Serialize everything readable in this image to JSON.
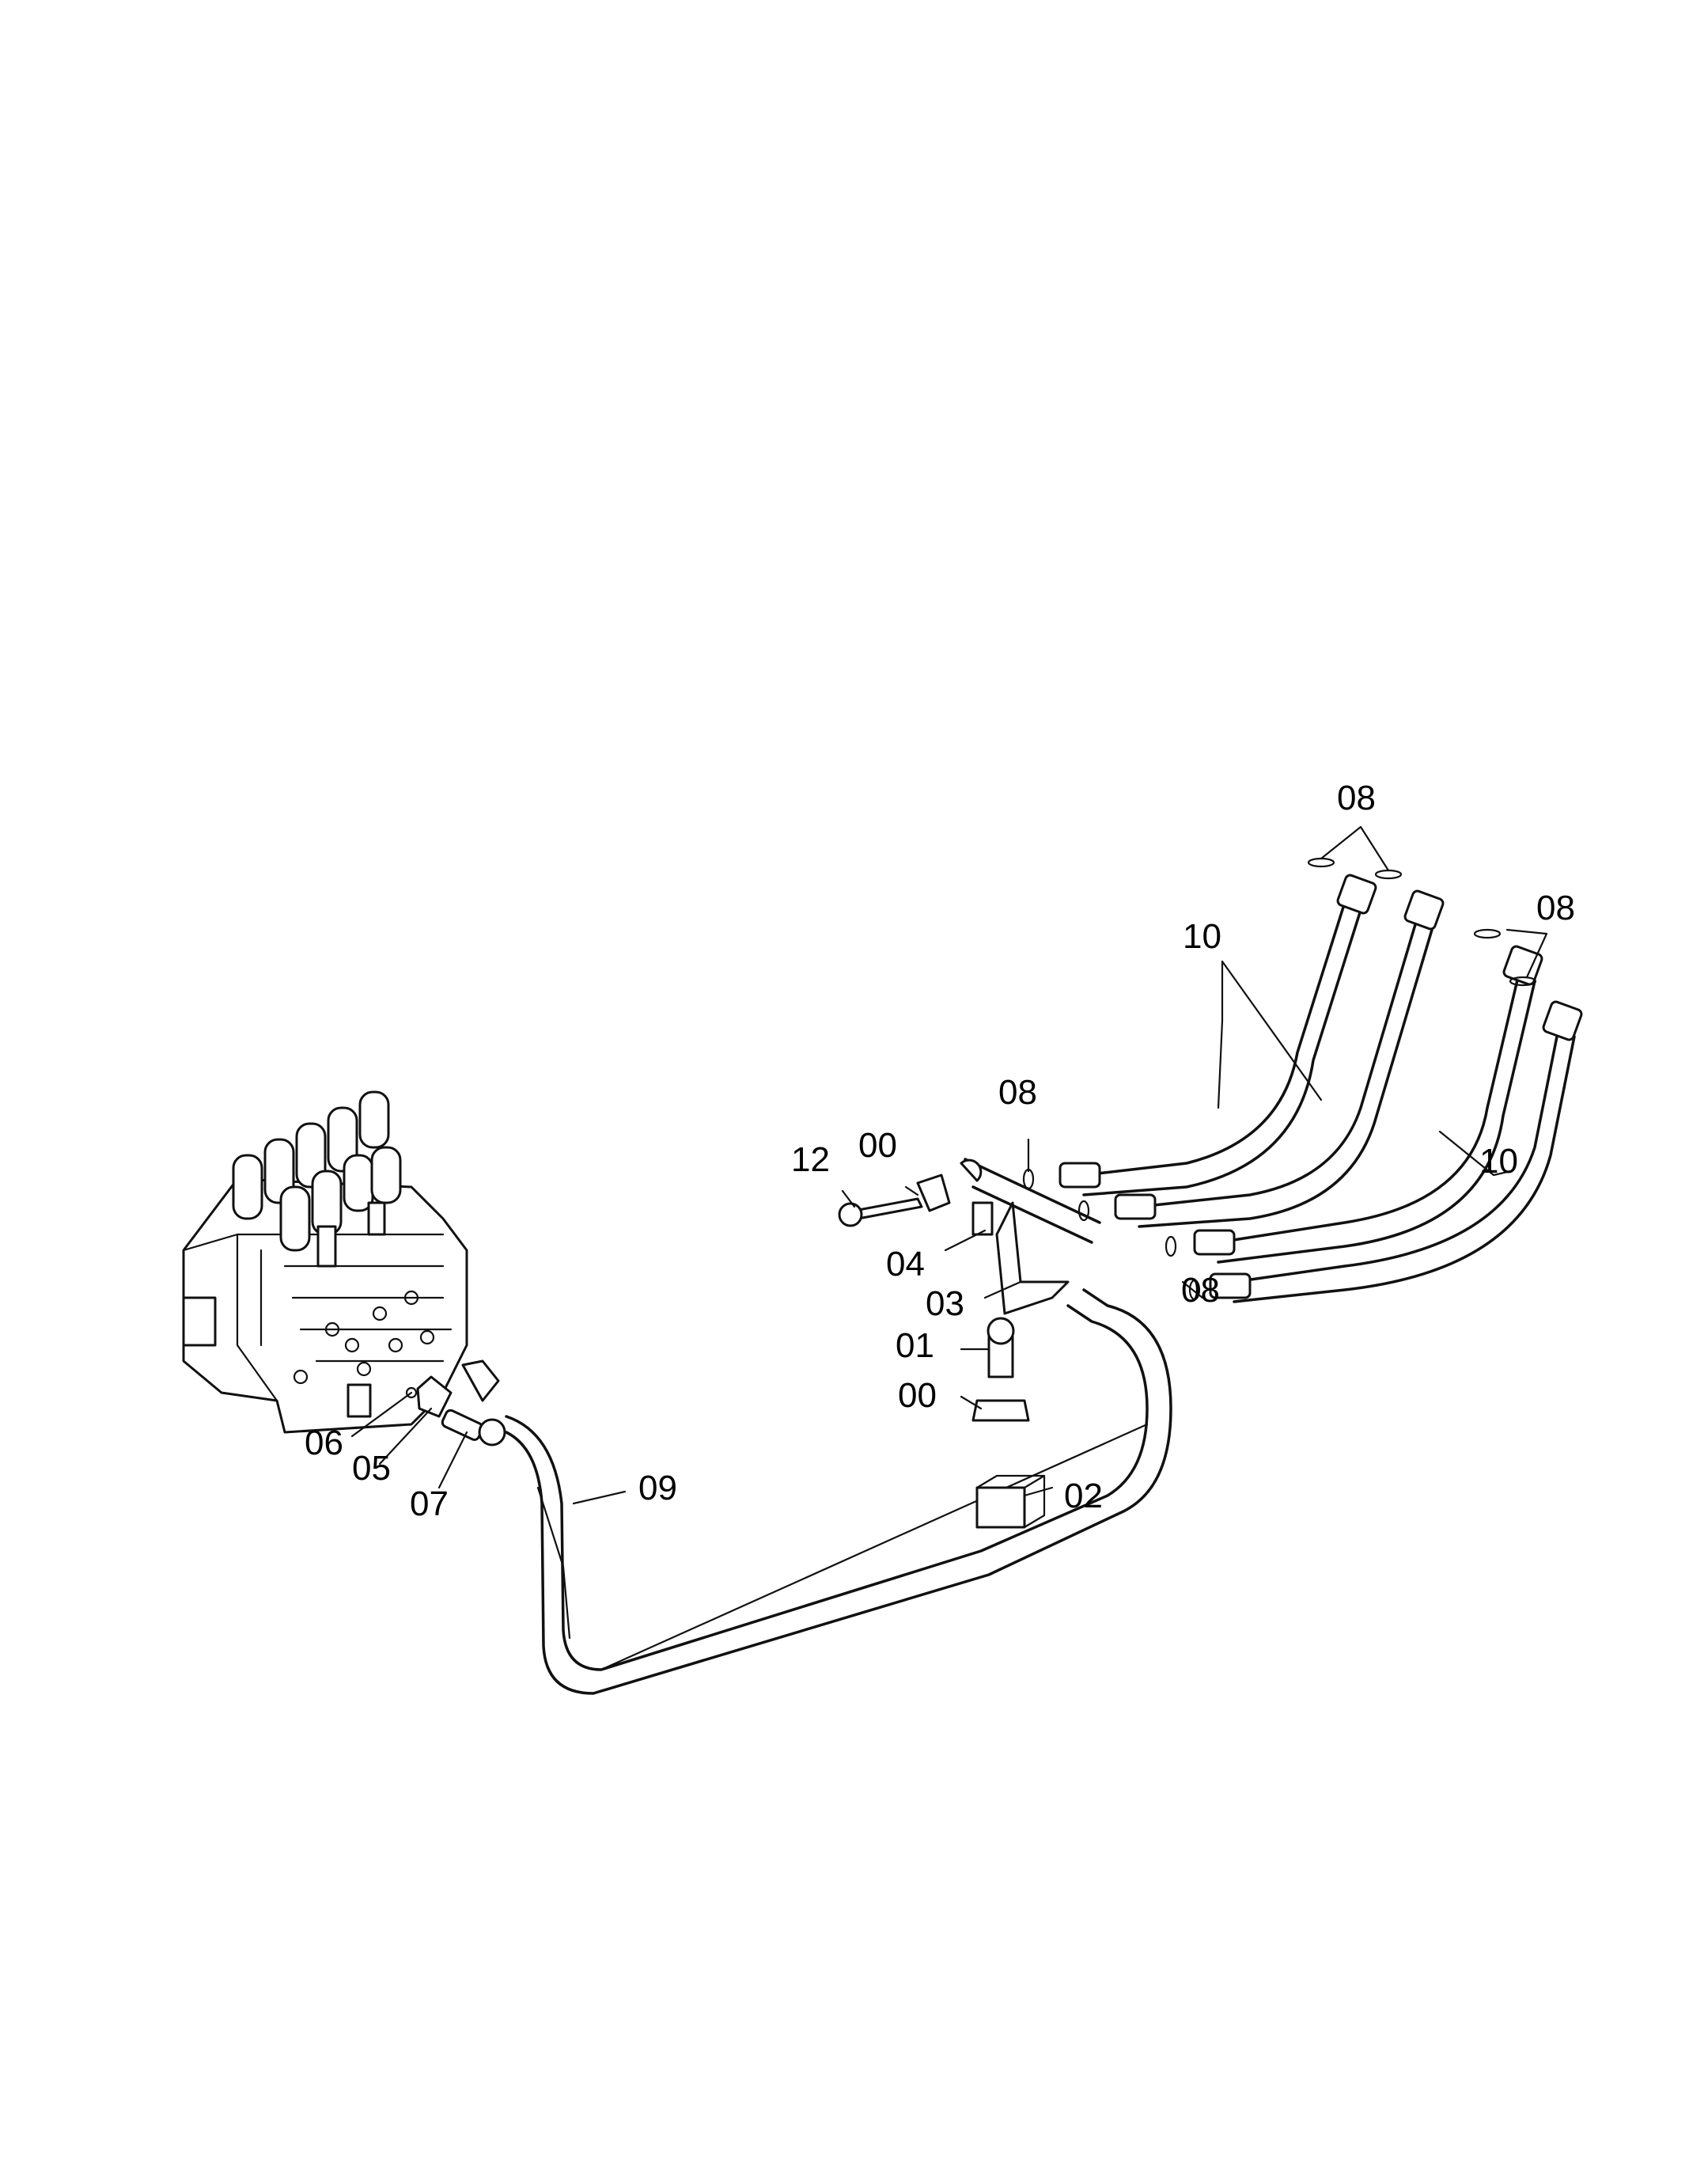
{
  "callouts": {
    "c08_top": "08",
    "c08_right": "08",
    "c08_mid": "08",
    "c08_low": "08",
    "c10_left": "10",
    "c10_right": "10",
    "c00_top": "00",
    "c00_low": "00",
    "c12": "12",
    "c04": "04",
    "c03": "03",
    "c01": "01",
    "c02": "02",
    "c06": "06",
    "c05": "05",
    "c07": "07",
    "c09": "09"
  }
}
